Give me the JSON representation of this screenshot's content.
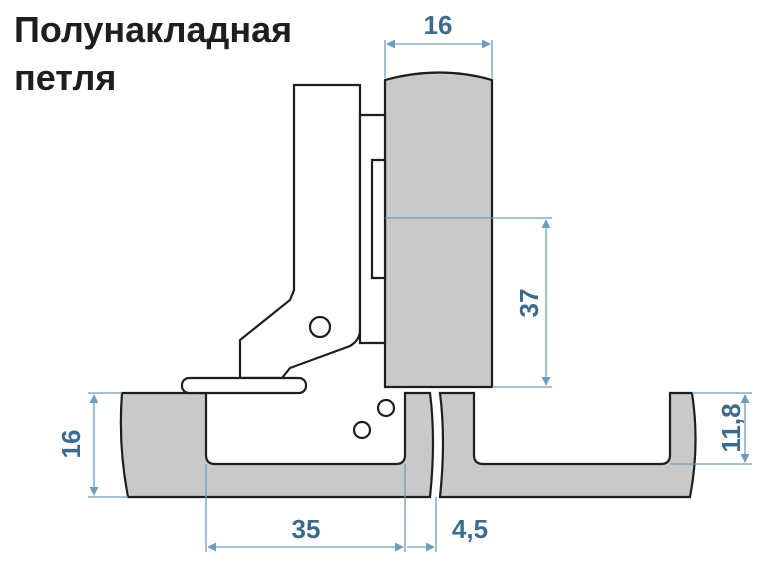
{
  "title": {
    "line1": "Полунакладная",
    "line2": "петля"
  },
  "dimensions": {
    "door_thickness": "16",
    "cup_offset": "37",
    "panel_thickness": "16",
    "cup_depth": "11,8",
    "cup_diameter": "35",
    "gap": "4,5"
  },
  "colors": {
    "panel_fill": "#c9c9c9",
    "outline": "#1e1e1e",
    "dimension": "#3d6b8a"
  }
}
